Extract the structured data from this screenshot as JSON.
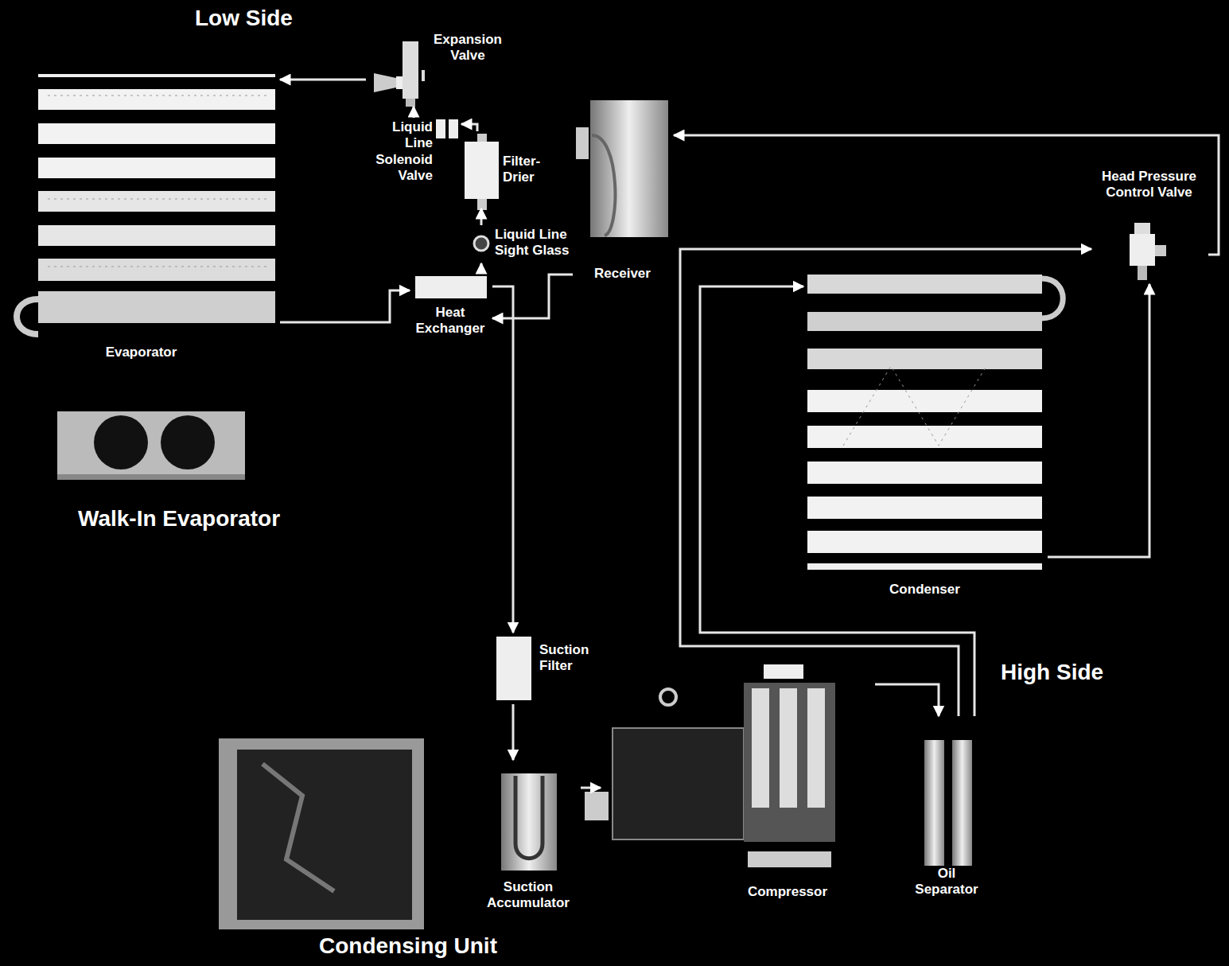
{
  "diagram": {
    "nodes": [
      {
        "text": [
          "Expansion Valve"
        ]
      },
      {
        "text": [
          "Evaporator"
        ]
      },
      {
        "text": [
          "Liquid Line Solenoid Valve"
        ]
      },
      {
        "text": [
          "Filter-Drier"
        ]
      },
      {
        "text": [
          "Receiver"
        ]
      },
      {
        "text": [
          "Head Pressure Control Valve"
        ]
      },
      {
        "text": [
          "Liquid Line Sight Glass"
        ]
      },
      {
        "text": [
          "Heat Exchanger"
        ]
      },
      {
        "text": [
          "Condenser"
        ]
      },
      {
        "text": [
          "Walk-In Evaporator"
        ]
      },
      {
        "text": [
          "Suction Filter"
        ]
      },
      {
        "text": [
          "Compressor"
        ]
      },
      {
        "text": [
          "Oil Separator"
        ]
      },
      {
        "text": [
          "Suction Accumulator"
        ]
      },
      {
        "text": [
          "Condensing Unit"
        ]
      }
    ],
    "edges": [
      {
        "from": 0,
        "to": 1,
        "arrow": "to"
      },
      {
        "from": 1,
        "to": 7,
        "arrow": "to"
      },
      {
        "from": 7,
        "to": 10,
        "arrow": "to"
      },
      {
        "from": 10,
        "to": 13,
        "arrow": "to"
      },
      {
        "from": 13,
        "to": 11,
        "arrow": "to"
      },
      {
        "from": 11,
        "to": 12,
        "arrow": "to"
      },
      {
        "from": 12,
        "to": 8,
        "arrow": "to"
      },
      {
        "from": 12,
        "to": 5,
        "arrow": "to"
      },
      {
        "from": 8,
        "to": 5,
        "arrow": "to"
      },
      {
        "from": 5,
        "to": 4,
        "arrow": "to"
      },
      {
        "from": 4,
        "to": 7,
        "arrow": "to"
      },
      {
        "from": 7,
        "to": 6,
        "arrow": "to"
      },
      {
        "from": 6,
        "to": 3,
        "arrow": "to"
      },
      {
        "from": 3,
        "to": 2,
        "arrow": "to"
      },
      {
        "from": 2,
        "to": 0,
        "arrow": "to"
      }
    ],
    "labels": [
      "Low Side",
      "High Side"
    ]
  }
}
